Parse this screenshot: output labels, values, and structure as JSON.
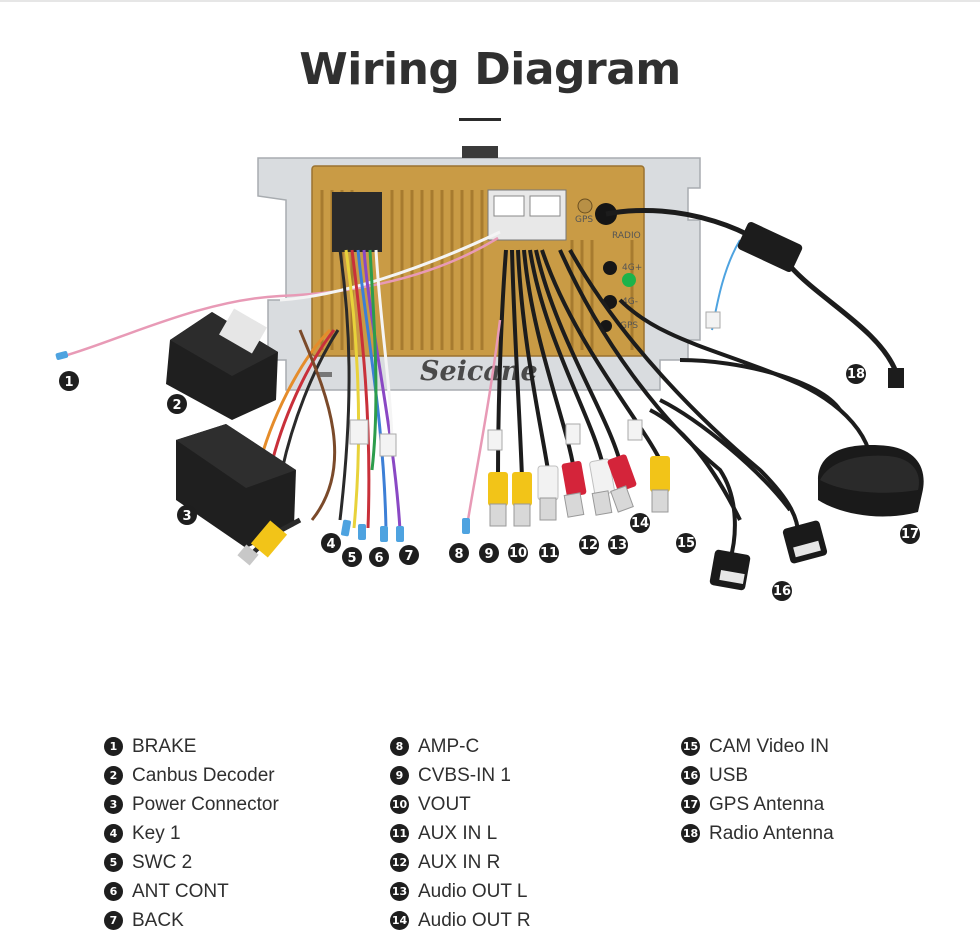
{
  "title": "Wiring Diagram",
  "brand": "Seicane",
  "unit_labels": {
    "gps": "GPS",
    "radio": "RADIO",
    "4g_plus": "4G+",
    "4g_minus": "4G-",
    "gps_lower": "GPS"
  },
  "callouts": [
    {
      "num": "1",
      "label": "BRAKE"
    },
    {
      "num": "2",
      "label": "Canbus Decoder"
    },
    {
      "num": "3",
      "label": "Power Connector"
    },
    {
      "num": "4",
      "label": "Key 1"
    },
    {
      "num": "5",
      "label": "SWC 2"
    },
    {
      "num": "6",
      "label": "ANT CONT"
    },
    {
      "num": "7",
      "label": "BACK"
    },
    {
      "num": "8",
      "label": "AMP-C"
    },
    {
      "num": "9",
      "label": "CVBS-IN 1"
    },
    {
      "num": "10",
      "label": "VOUT"
    },
    {
      "num": "11",
      "label": "AUX IN L"
    },
    {
      "num": "12",
      "label": "AUX IN R"
    },
    {
      "num": "13",
      "label": "Audio OUT L"
    },
    {
      "num": "14",
      "label": "Audio OUT R"
    },
    {
      "num": "15",
      "label": "CAM Video IN"
    },
    {
      "num": "16",
      "label": "USB"
    },
    {
      "num": "17",
      "label": "GPS Antenna"
    },
    {
      "num": "18",
      "label": "Radio Antenna"
    }
  ],
  "colors": {
    "panel": "#c99b45",
    "chassis": "#d9dcdf",
    "rca_yellow": "#f2c418",
    "rca_red": "#d4243a",
    "rca_white": "#f2f2f2",
    "cable_black": "#1c1c1c",
    "badge": "#1e1e1e"
  }
}
